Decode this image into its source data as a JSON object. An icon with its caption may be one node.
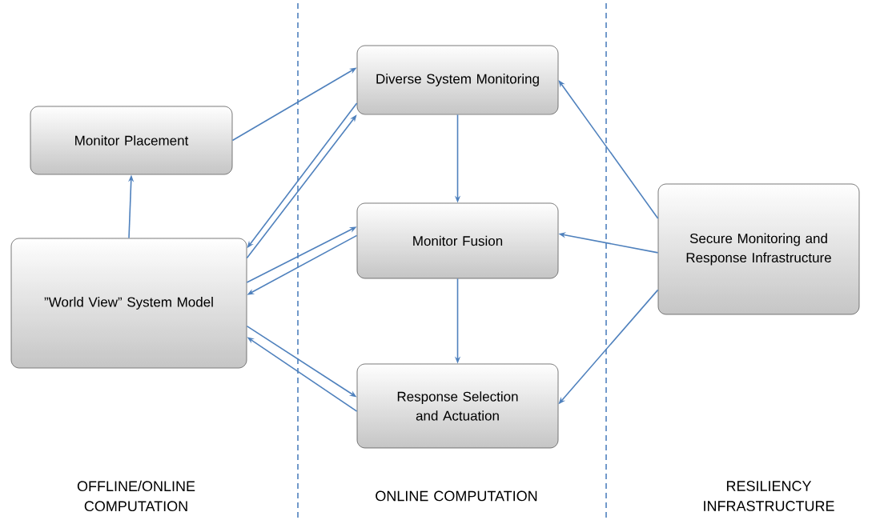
{
  "diagram": {
    "nodes": [
      {
        "text": [
          "Monitor Placement"
        ]
      },
      {
        "text": [
          "”World View” System Model"
        ]
      },
      {
        "text": [
          "Diverse System Monitoring"
        ]
      },
      {
        "text": [
          "Monitor Fusion"
        ]
      },
      {
        "text": [
          "Response Selection and Actuation"
        ]
      },
      {
        "text": [
          "Secure Monitoring and Response Infrastructure"
        ]
      }
    ],
    "edges": [
      {
        "from": 1,
        "to": 0,
        "arrow": "to"
      },
      {
        "from": 0,
        "to": 2,
        "arrow": "to"
      },
      {
        "from": 2,
        "to": 1,
        "arrow": "to"
      },
      {
        "from": 1,
        "to": 2,
        "arrow": "to"
      },
      {
        "from": 1,
        "to": 3,
        "arrow": "to"
      },
      {
        "from": 3,
        "to": 1,
        "arrow": "to"
      },
      {
        "from": 1,
        "to": 4,
        "arrow": "to"
      },
      {
        "from": 4,
        "to": 1,
        "arrow": "to"
      },
      {
        "from": 2,
        "to": 3,
        "arrow": "to"
      },
      {
        "from": 3,
        "to": 4,
        "arrow": "to"
      },
      {
        "from": 5,
        "to": 2,
        "arrow": "to"
      },
      {
        "from": 5,
        "to": 3,
        "arrow": "to"
      },
      {
        "from": 5,
        "to": 4,
        "arrow": "to"
      }
    ],
    "labels": [
      "OFFLINE/ONLINE COMPUTATION",
      "ONLINE COMPUTATION",
      "RESILIENCY INFRASTRUCTURE"
    ]
  }
}
